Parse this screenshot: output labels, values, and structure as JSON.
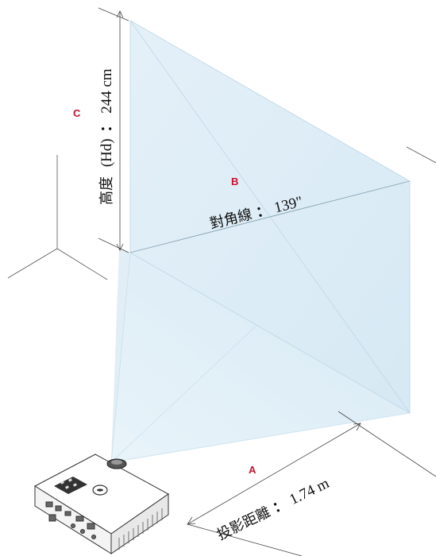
{
  "labels": {
    "a": {
      "tag": "A",
      "name": "投影距離",
      "separator": "：",
      "value": "1.74 m"
    },
    "b": {
      "tag": "B",
      "name": "對角線",
      "separator": "：",
      "value": "139\""
    },
    "c": {
      "tag": "C",
      "name": "高度",
      "qualifier": "(Hd)",
      "separator": "：",
      "value": "244 cm"
    }
  },
  "colors": {
    "tag": "#c8102e",
    "beam": "#cfe6f3",
    "screen": "#dcecf6",
    "line": "#666666"
  },
  "icons": [
    "projector-icon",
    "remote-keypad-icon",
    "dell-logo-icon"
  ]
}
